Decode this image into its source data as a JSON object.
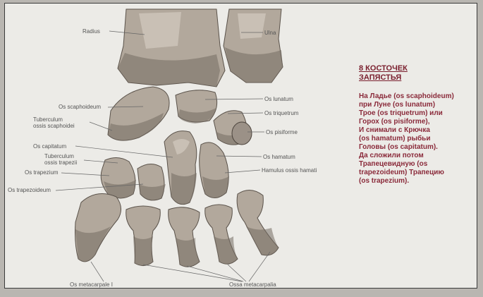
{
  "side": {
    "title": "8 КОСТОЧЕК\nЗАПЯСТЬЯ",
    "text": "На Ладье (os scaphoideum)\nпри Луне (os lunatum)\n Трое (os triquetrum) или\nГорох (os pisiforme),\n И снимали с Крючка\n(os hamatum) рыбьи\nГоловы (os capitatum).\n Да сложили потом\nТрапецевидную (os\ntrapezoideum) Трапецию\n(os trapezium)."
  },
  "labels": {
    "radius": "Radius",
    "ulna": "Ulna",
    "scaphoideum": "Os scaphoideum",
    "tuberculum_scaphoidei": "Tuberculum\nossis scaphoidei",
    "capitatum": "Os capitatum",
    "tuberculum_trapezii": "Tuberculum\nossis trapezii",
    "trapezium": "Os trapezium",
    "trapezoideum": "Os trapezoideum",
    "lunatum": "Os lunatum",
    "triquetrum": "Os triquetrum",
    "pisiforme": "Os pisiforme",
    "hamatum": "Os hamatum",
    "hamulus": "Hamulus ossis hamati",
    "metacarpale_i": "Os metacarpale I",
    "ossa_metacarpalia": "Ossa metacarpalia"
  }
}
